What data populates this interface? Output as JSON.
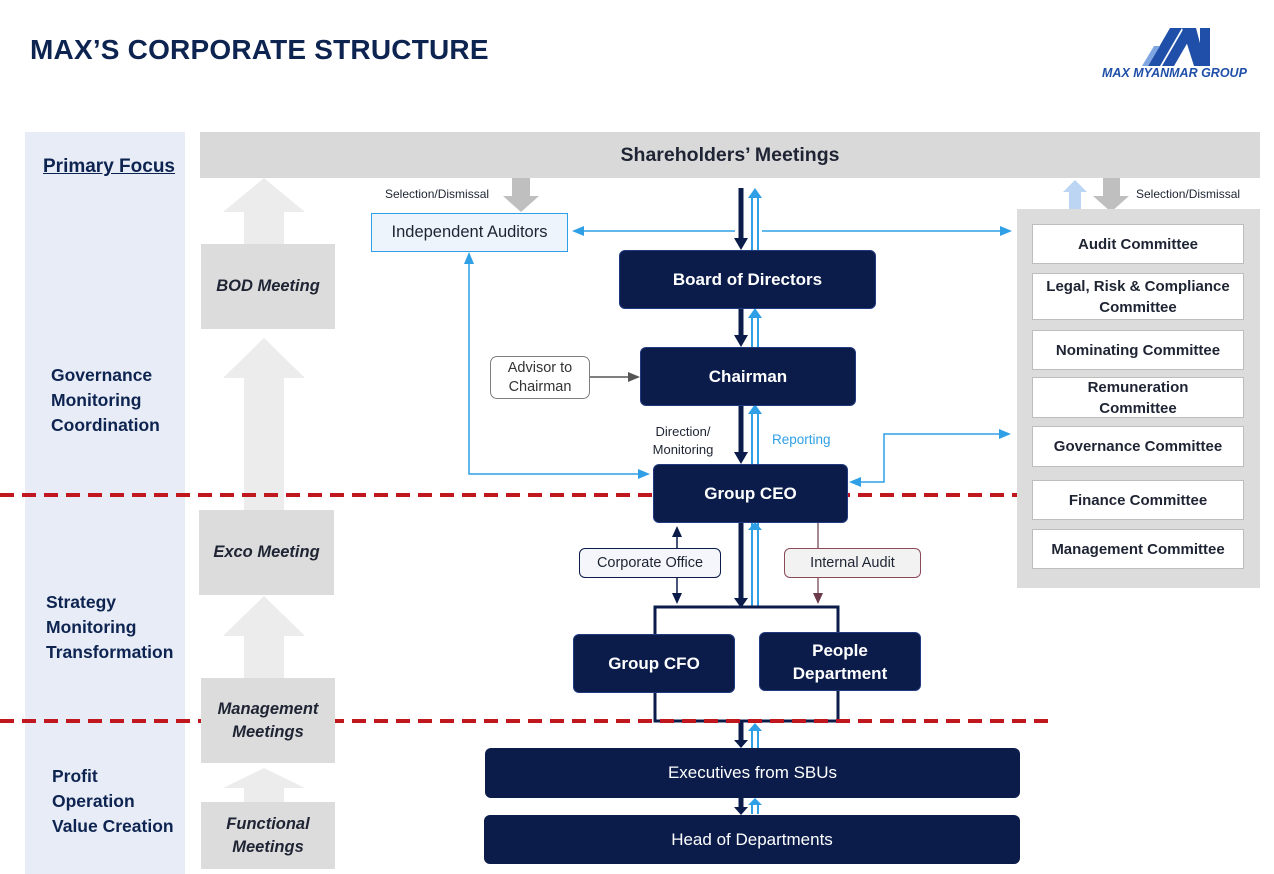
{
  "title": "MAX’S CORPORATE STRUCTURE",
  "logo": {
    "text": "MAX MYANMAR GROUP",
    "brand_color": "#1f4fa8"
  },
  "left_column": {
    "heading": "Primary Focus",
    "governance": [
      "Governance",
      "Monitoring",
      "Coordination"
    ],
    "strategy": [
      "Strategy",
      "Monitoring",
      "Transformation"
    ],
    "profit": [
      "Profit",
      "Operation",
      "Value Creation"
    ]
  },
  "meetings": {
    "bod": "BOD Meeting",
    "exco": "Exco Meeting",
    "management": [
      "Management",
      "Meetings"
    ],
    "functional": [
      "Functional",
      "Meetings"
    ]
  },
  "org": {
    "shareholders": "Shareholders’ Meetings",
    "selection_left": "Selection/Dismissal",
    "selection_right": "Selection/Dismissal",
    "independent_auditors": "Independent Auditors",
    "board": "Board of Directors",
    "advisor": [
      "Advisor to",
      "Chairman"
    ],
    "chairman": "Chairman",
    "direction": [
      "Direction/",
      "Monitoring"
    ],
    "reporting": "Reporting",
    "group_ceo": "Group CEO",
    "corporate_office": "Corporate Office",
    "internal_audit": "Internal Audit",
    "group_cfo": "Group CFO",
    "people_department": [
      "People",
      "Department"
    ],
    "executives": "Executives from SBUs",
    "heads": "Head of Departments"
  },
  "committees": [
    [
      "Audit Committee"
    ],
    [
      "Legal, Risk & Compliance",
      "Committee"
    ],
    [
      "Nominating Committee"
    ],
    [
      "Remuneration",
      "Committee"
    ],
    [
      "Governance Committee"
    ],
    [
      "Finance Committee"
    ],
    [
      "Management Committee"
    ]
  ],
  "colors": {
    "navy": "#0b1c4a",
    "reporting_blue": "#2fa0e6",
    "divider_red": "#c0161d",
    "internal_audit_line": "#6b3a4a"
  }
}
